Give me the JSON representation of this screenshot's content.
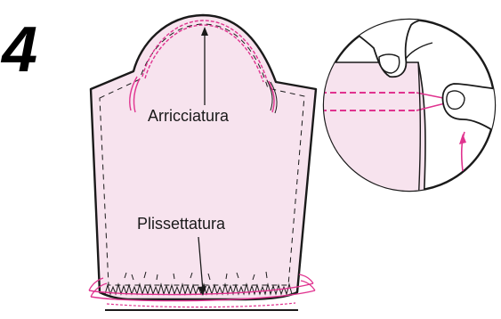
{
  "step": {
    "number": "4"
  },
  "labels": {
    "gathering": "Arricciatura",
    "pleating": "Plissettatura"
  },
  "colors": {
    "fabric": "#f7e3ee",
    "stitch": "#e0338f",
    "outline": "#1a1a1a"
  }
}
